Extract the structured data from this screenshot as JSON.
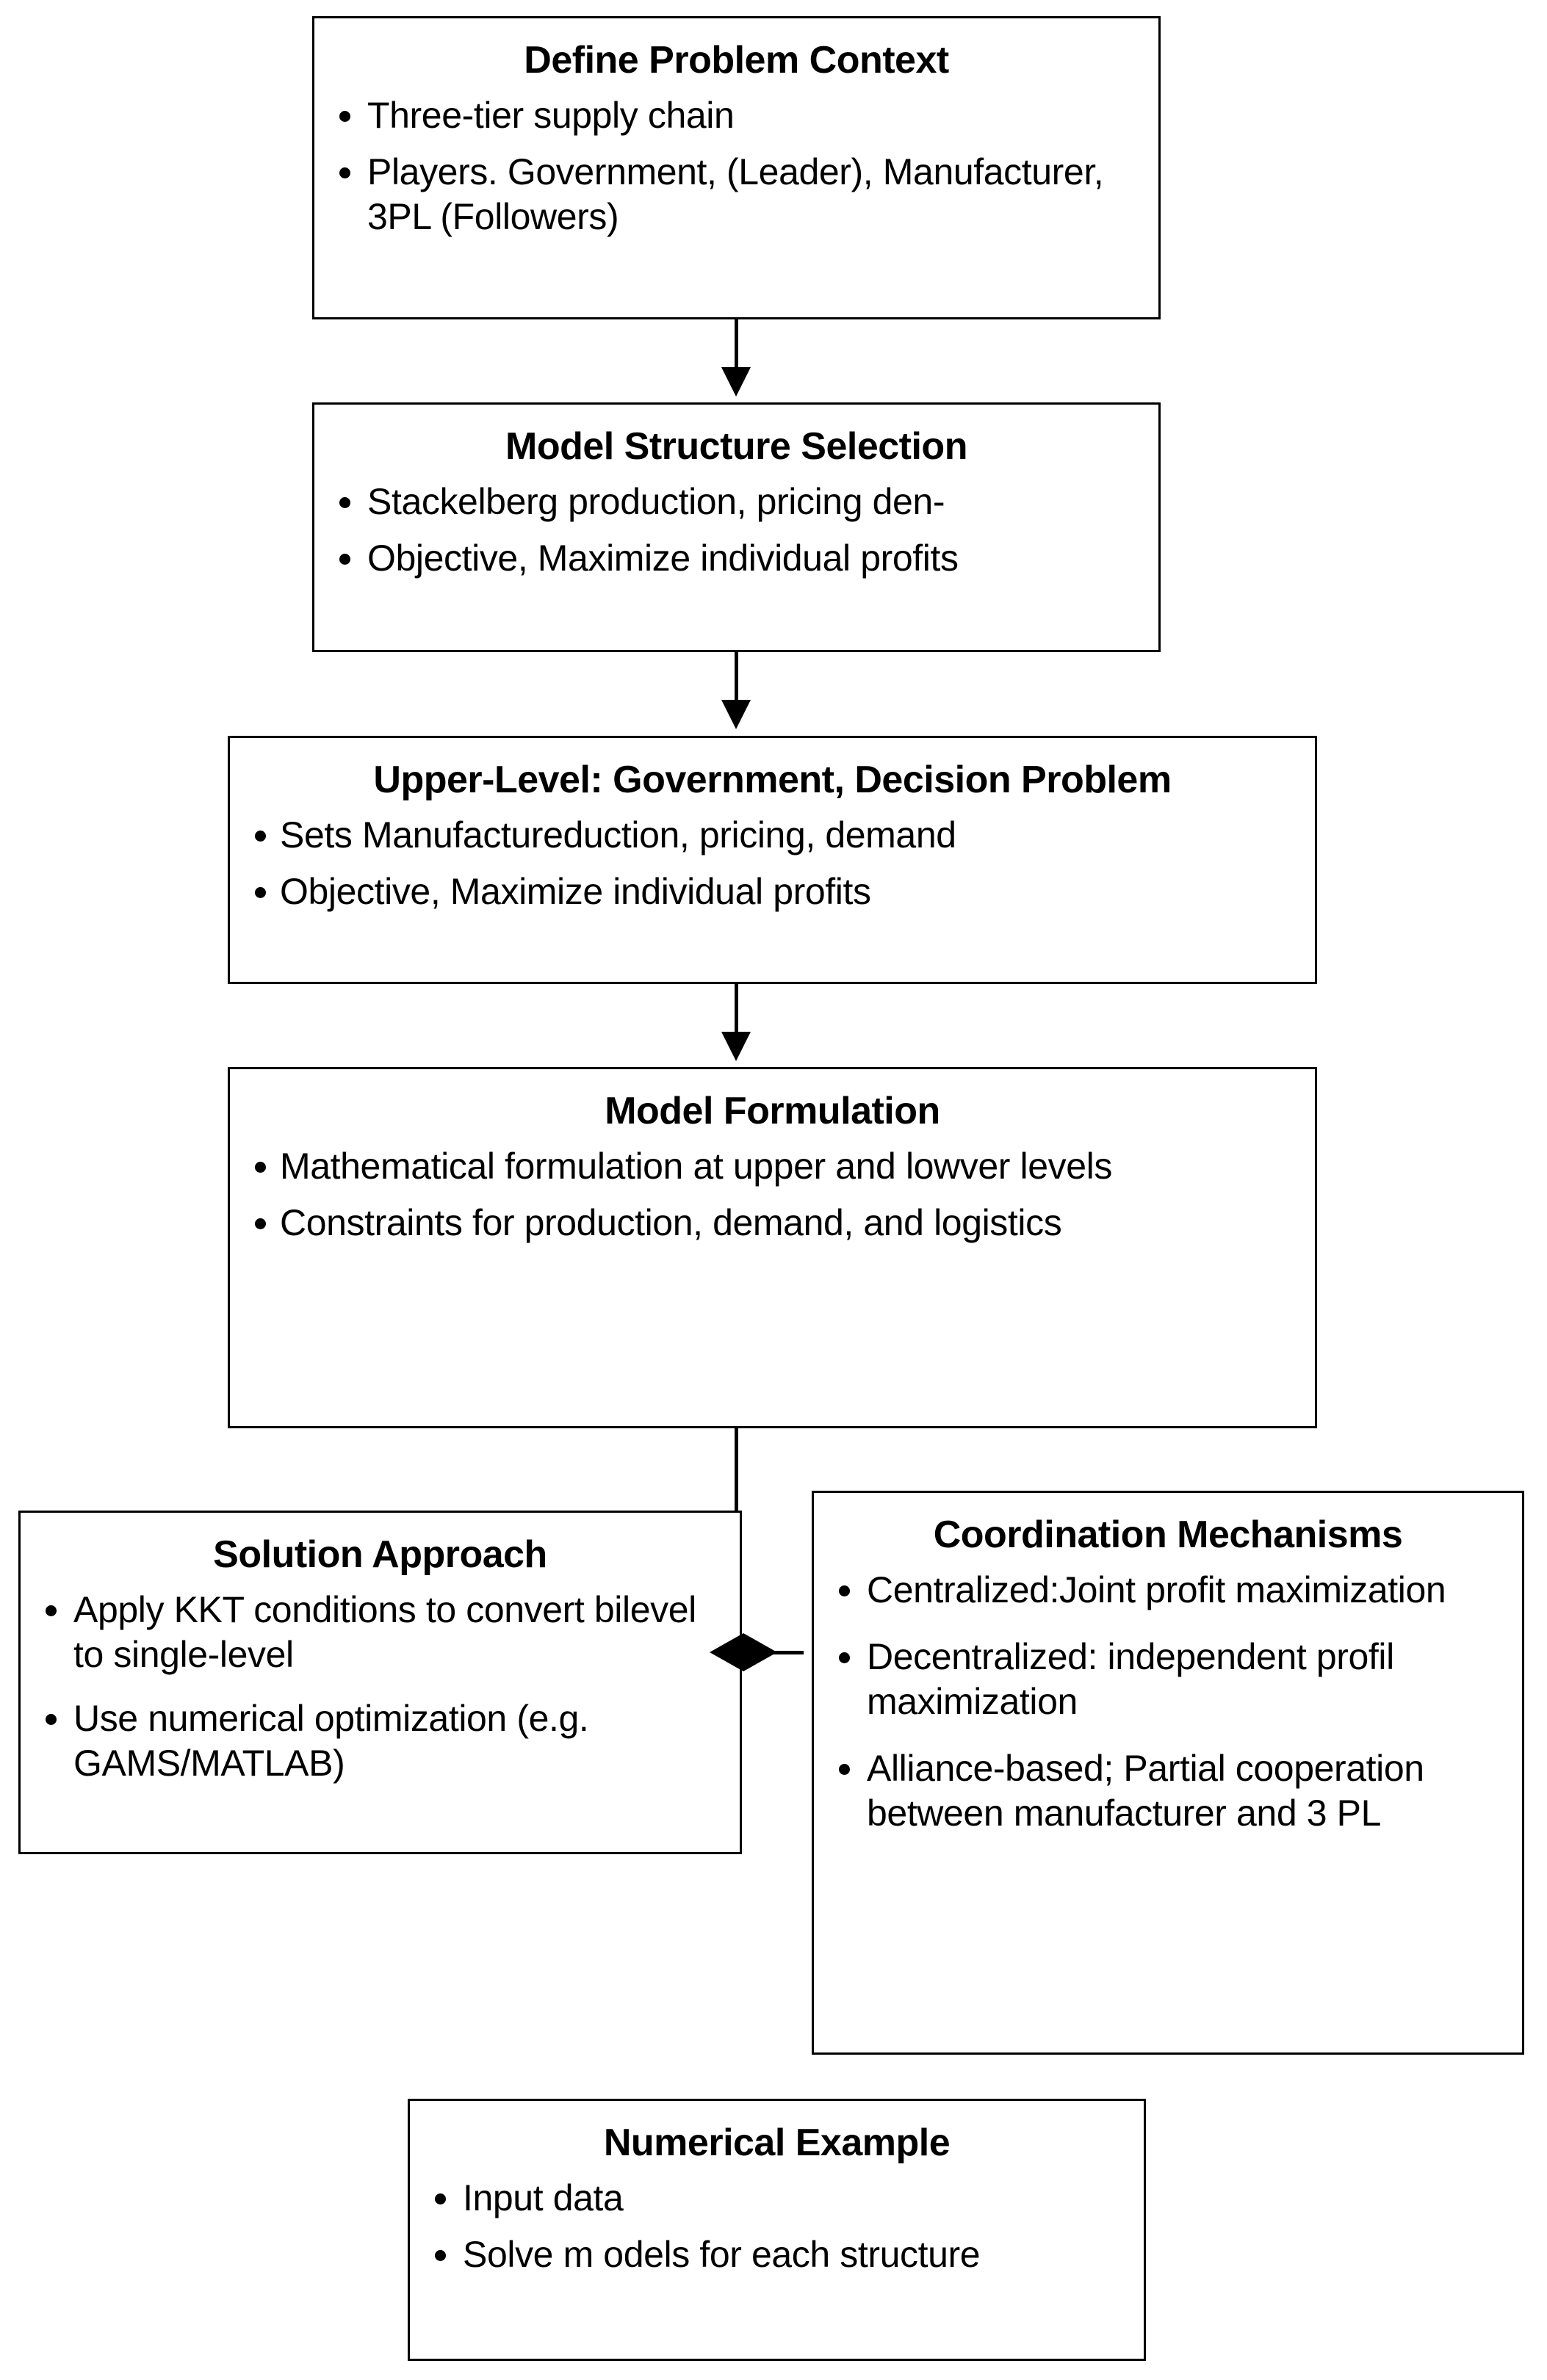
{
  "diagram": {
    "title": "Bilevel Supply Chain Modelling Framework Flowchart",
    "colors": {
      "stroke": "#000000",
      "fill": "#ffffff",
      "text": "#000000"
    },
    "nodes": [
      {
        "id": "define-problem-context",
        "title": "Define Problem Context",
        "bullets": [
          "Three-tier supply chain",
          "Players. Government, (Leader), Manufacturer, 3PL (Followers)"
        ]
      },
      {
        "id": "model-structure-selection",
        "title": "Model Structure Selection",
        "bullets": [
          "Stackelberg production, pricing den-",
          "Objective, Maximize individual profits"
        ]
      },
      {
        "id": "upper-level",
        "title": "Upper-Level: Government, Decision Problem",
        "bullets": [
          "Sets Manufactureduction, pricing, demand",
          "Objective, Maximize individual profits"
        ]
      },
      {
        "id": "model-formulation",
        "title": "Model Formulation",
        "bullets": [
          "Mathematical formulation at upper  and  lowver levels",
          "Constraints for production, demand, and logistics"
        ]
      },
      {
        "id": "solution-approach",
        "title": "Solution Approach",
        "bullets": [
          "Apply KKT conditions to convert bilevel to single-level",
          "Use numerical optimization (e.g. GAMS/MATLAB)"
        ]
      },
      {
        "id": "coordination-mechanisms",
        "title": "Coordination Mechanisms",
        "bullets": [
          "Centralized:Joint profit maximization",
          "Decentralized: independent profil maximization",
          "Alliance-based; Partial cooperation between manufacturer and 3 PL"
        ]
      },
      {
        "id": "numerical-example",
        "title": "Numerical Example",
        "bullets": [
          "Input data",
          "Solve m odels for each structure"
        ]
      }
    ],
    "connectors": [
      {
        "id": "define-to-structure",
        "type": "arrow-down"
      },
      {
        "id": "structure-to-upper",
        "type": "arrow-down"
      },
      {
        "id": "upper-to-formulation",
        "type": "arrow-down"
      },
      {
        "id": "formulation-to-solution-coordination",
        "type": "line-down"
      },
      {
        "id": "solution-coordination-bidirectional",
        "type": "arrow-both"
      }
    ]
  }
}
